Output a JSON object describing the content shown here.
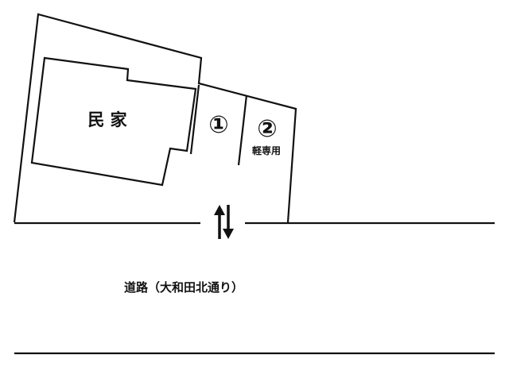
{
  "labels": {
    "house": "民 家",
    "space_1": "①",
    "space_2": "②",
    "space_2_note": "軽専用",
    "road": "道路（大和田北通り）"
  },
  "colors": {
    "stroke": "#111111",
    "background": "#ffffff"
  },
  "icons": {
    "access_arrows": "up-down-arrows-icon"
  }
}
